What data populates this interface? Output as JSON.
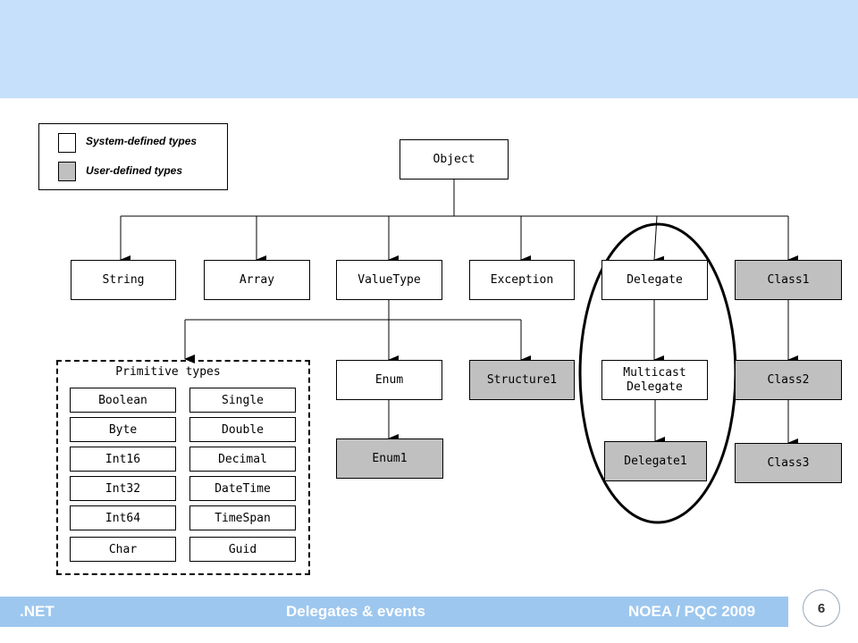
{
  "legend": {
    "system": "System-defined types",
    "user": "User-defined types",
    "system_color": "#ffffff",
    "user_color": "#c0c0c0"
  },
  "nodes": {
    "object": "Object",
    "string": "String",
    "array": "Array",
    "valuetype": "ValueType",
    "exception": "Exception",
    "delegate": "Delegate",
    "class1": "Class1",
    "enum": "Enum",
    "structure1": "Structure1",
    "multicast": "Multicast\nDelegate",
    "class2": "Class2",
    "enum1": "Enum1",
    "delegate1": "Delegate1",
    "class3": "Class3"
  },
  "primitive": {
    "title": "Primitive types",
    "left": [
      "Boolean",
      "Byte",
      "Int16",
      "Int32",
      "Int64",
      "Char"
    ],
    "right": [
      "Single",
      "Double",
      "Decimal",
      "DateTime",
      "TimeSpan",
      "Guid"
    ]
  },
  "footer": {
    "left": ".NET",
    "center": "Delegates & events",
    "right": "NOEA / PQC 2009",
    "page": "6"
  },
  "colors": {
    "header_band": "#c6e0fb",
    "footer_bar": "#9dc7ee"
  }
}
